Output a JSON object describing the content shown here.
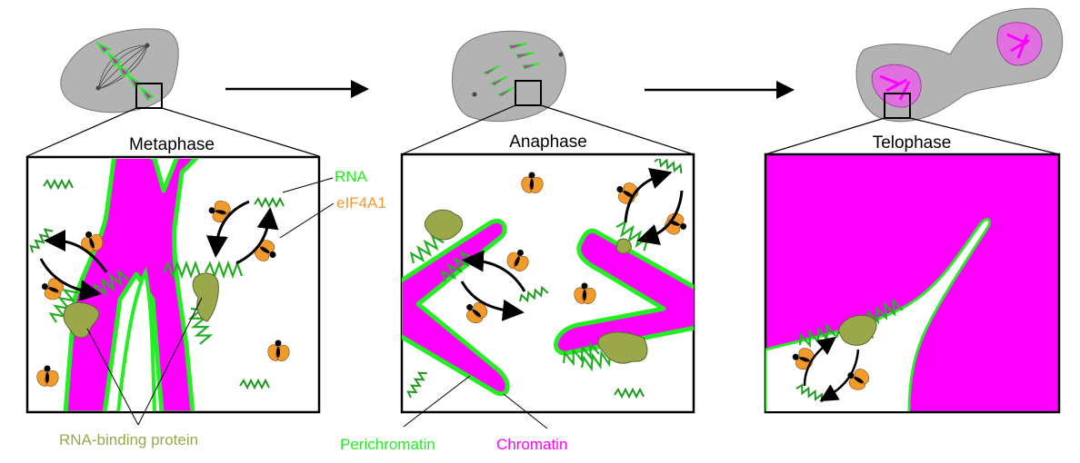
{
  "figure": {
    "panels": [
      {
        "id": "metaphase",
        "title": "Metaphase"
      },
      {
        "id": "anaphase",
        "title": "Anaphase"
      },
      {
        "id": "telophase",
        "title": "Telophase"
      }
    ],
    "labels": {
      "rna": "RNA",
      "eif4a1": "eIF4A1",
      "rna_binding_protein": "RNA-binding protein",
      "perichromatin": "Perichromatin",
      "chromatin": "Chromatin"
    },
    "colors": {
      "chromatin": "#ff00ff",
      "perichromatin": "#22ee22",
      "rna": "#1e9a1e",
      "eif4a1": "#f39a2c",
      "rbp": "#9aa84a",
      "rbp_label": "#9aa84a",
      "cell": "#b3b3b3",
      "outline": "#000000"
    }
  }
}
